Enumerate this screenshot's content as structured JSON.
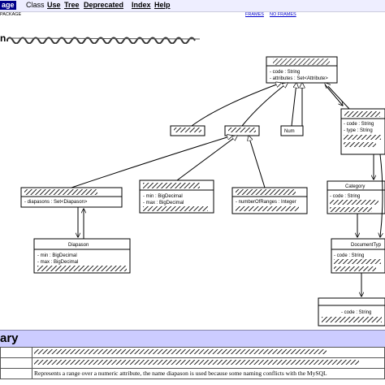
{
  "navbar": {
    "items": [
      {
        "label": "age",
        "state": "current"
      },
      {
        "label": "Class",
        "state": "plain"
      },
      {
        "label": "Use",
        "state": "link"
      },
      {
        "label": "Tree",
        "state": "link"
      },
      {
        "label": "Deprecated",
        "state": "link"
      },
      {
        "label": "Index",
        "state": "link"
      },
      {
        "label": "Help",
        "state": "link"
      }
    ],
    "sub_left": "PACKAGE",
    "frames": "FRAMES",
    "no_frames": "NO FRAMES"
  },
  "page": {
    "title_prefix": "n."
  },
  "diagram": {
    "root": {
      "attr1": "- code : String",
      "attr2": "- attributes : Set<Attribute>"
    },
    "numeric": {
      "name": "Num"
    },
    "right_top": {
      "attr1": "- code : String",
      "attr2": "- type : String"
    },
    "diapason_holder": {
      "attr1": "- diapasons : Set<Diapason>"
    },
    "min_max": {
      "attr1": "- min : BigDecimal",
      "attr2": "- max : BigDecimal"
    },
    "ranges": {
      "attr1": "- numberOfRanges : Integer"
    },
    "category": {
      "name": "Category",
      "attr1": "- code : String"
    },
    "diapason": {
      "name": "Diapason",
      "attr1": "- min : BigDecimal",
      "attr2": "- max : BigDecimal"
    },
    "document_type": {
      "name": "DocumentTyp",
      "attr1": "- code : String"
    },
    "bottom_box": {
      "attr1": "- code : String"
    }
  },
  "summary": {
    "header": "ary",
    "rows": [
      {
        "first": "",
        "text": ""
      },
      {
        "first": "",
        "text": ""
      },
      {
        "first": "",
        "text": "Represents a range over a numeric attribute, the name diapason is used because some naming conflicts with the MySQL"
      }
    ]
  },
  "colors": {
    "navbar_bg": "#eeeeff",
    "current_bg": "#00008b",
    "summary_bg": "#ccccff"
  }
}
